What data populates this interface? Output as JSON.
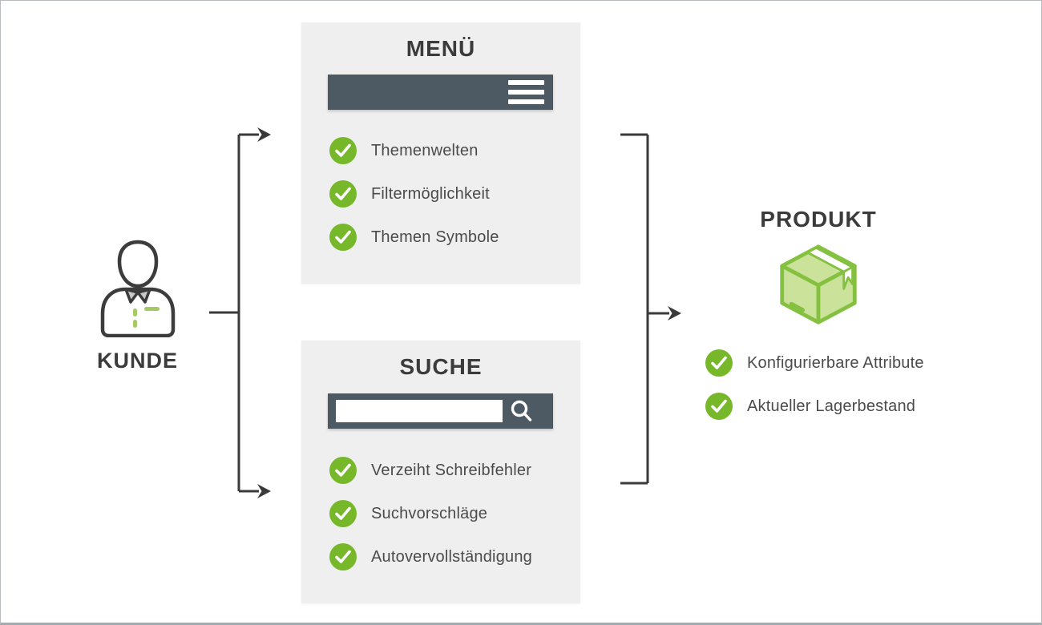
{
  "kunde": {
    "label": "KUNDE"
  },
  "menu": {
    "title": "MENÜ",
    "items": [
      "Themenwelten",
      "Filtermöglichkeit",
      "Themen Symbole"
    ]
  },
  "suche": {
    "title": "SUCHE",
    "search_value": "",
    "items": [
      "Verzeiht Schreibfehler",
      "Suchvorschläge",
      "Autovervollständigung"
    ]
  },
  "produkt": {
    "title": "PRODUKT",
    "items": [
      "Konfigurierbare Attribute",
      "Aktueller Lagerbestand"
    ]
  },
  "icons": {
    "customer": "person-icon",
    "menu_bar": "hamburger-icon",
    "search": "magnifier-icon",
    "list_check": "checkmark-circle-icon",
    "product": "package-box-icon"
  },
  "colors": {
    "check_green": "#76b82a",
    "box_fill": "#cbe29b",
    "box_stroke": "#85c140",
    "shirt_accent_green": "#a5c964",
    "slate_bar": "#4e5a63",
    "panel_bg": "#efefef",
    "title_text": "#3b3b3b",
    "body_text": "#4b4b4b",
    "arrow": "#3a3a3a"
  }
}
